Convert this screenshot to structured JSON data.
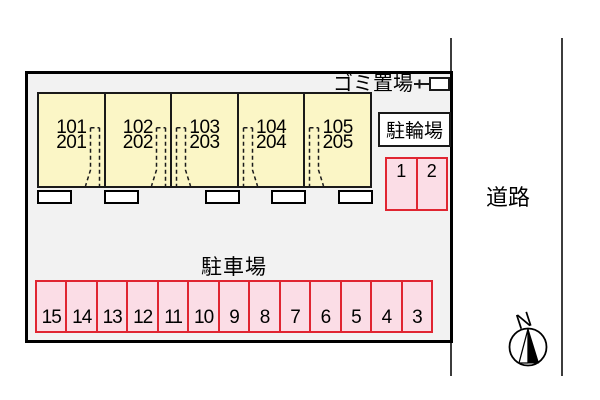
{
  "labels": {
    "garbage_area": "ゴミ置場",
    "bicycle_parking": "駐輪場",
    "car_parking": "駐車場",
    "road": "道路",
    "north": "N"
  },
  "building": {
    "units": [
      {
        "line1": "101",
        "line2": "201"
      },
      {
        "line1": "102",
        "line2": "202"
      },
      {
        "line1": "103",
        "line2": "203"
      },
      {
        "line1": "104",
        "line2": "204"
      },
      {
        "line1": "105",
        "line2": "205"
      }
    ]
  },
  "bicycle_spaces": [
    "1",
    "2"
  ],
  "parking_spaces": [
    "15",
    "14",
    "13",
    "12",
    "11",
    "10",
    "9",
    "8",
    "7",
    "6",
    "5",
    "4",
    "3"
  ],
  "colors": {
    "unit-fill": "#fbf6c6",
    "space-fill": "#fbdde6",
    "space-border": "#e02531",
    "site-fill": "#f2f2f2",
    "line": "#1a1a1a"
  }
}
